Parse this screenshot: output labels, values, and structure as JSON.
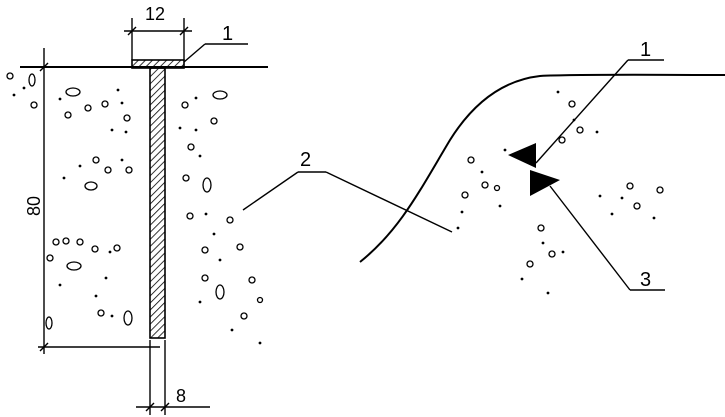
{
  "left_detail": {
    "top_width_label": "12",
    "depth_label": "80",
    "bottom_width_label": "8",
    "callout_label": "1"
  },
  "right_detail": {
    "callout_upper_label": "1",
    "callout_slope_label": "2",
    "callout_lower_label": "3"
  }
}
